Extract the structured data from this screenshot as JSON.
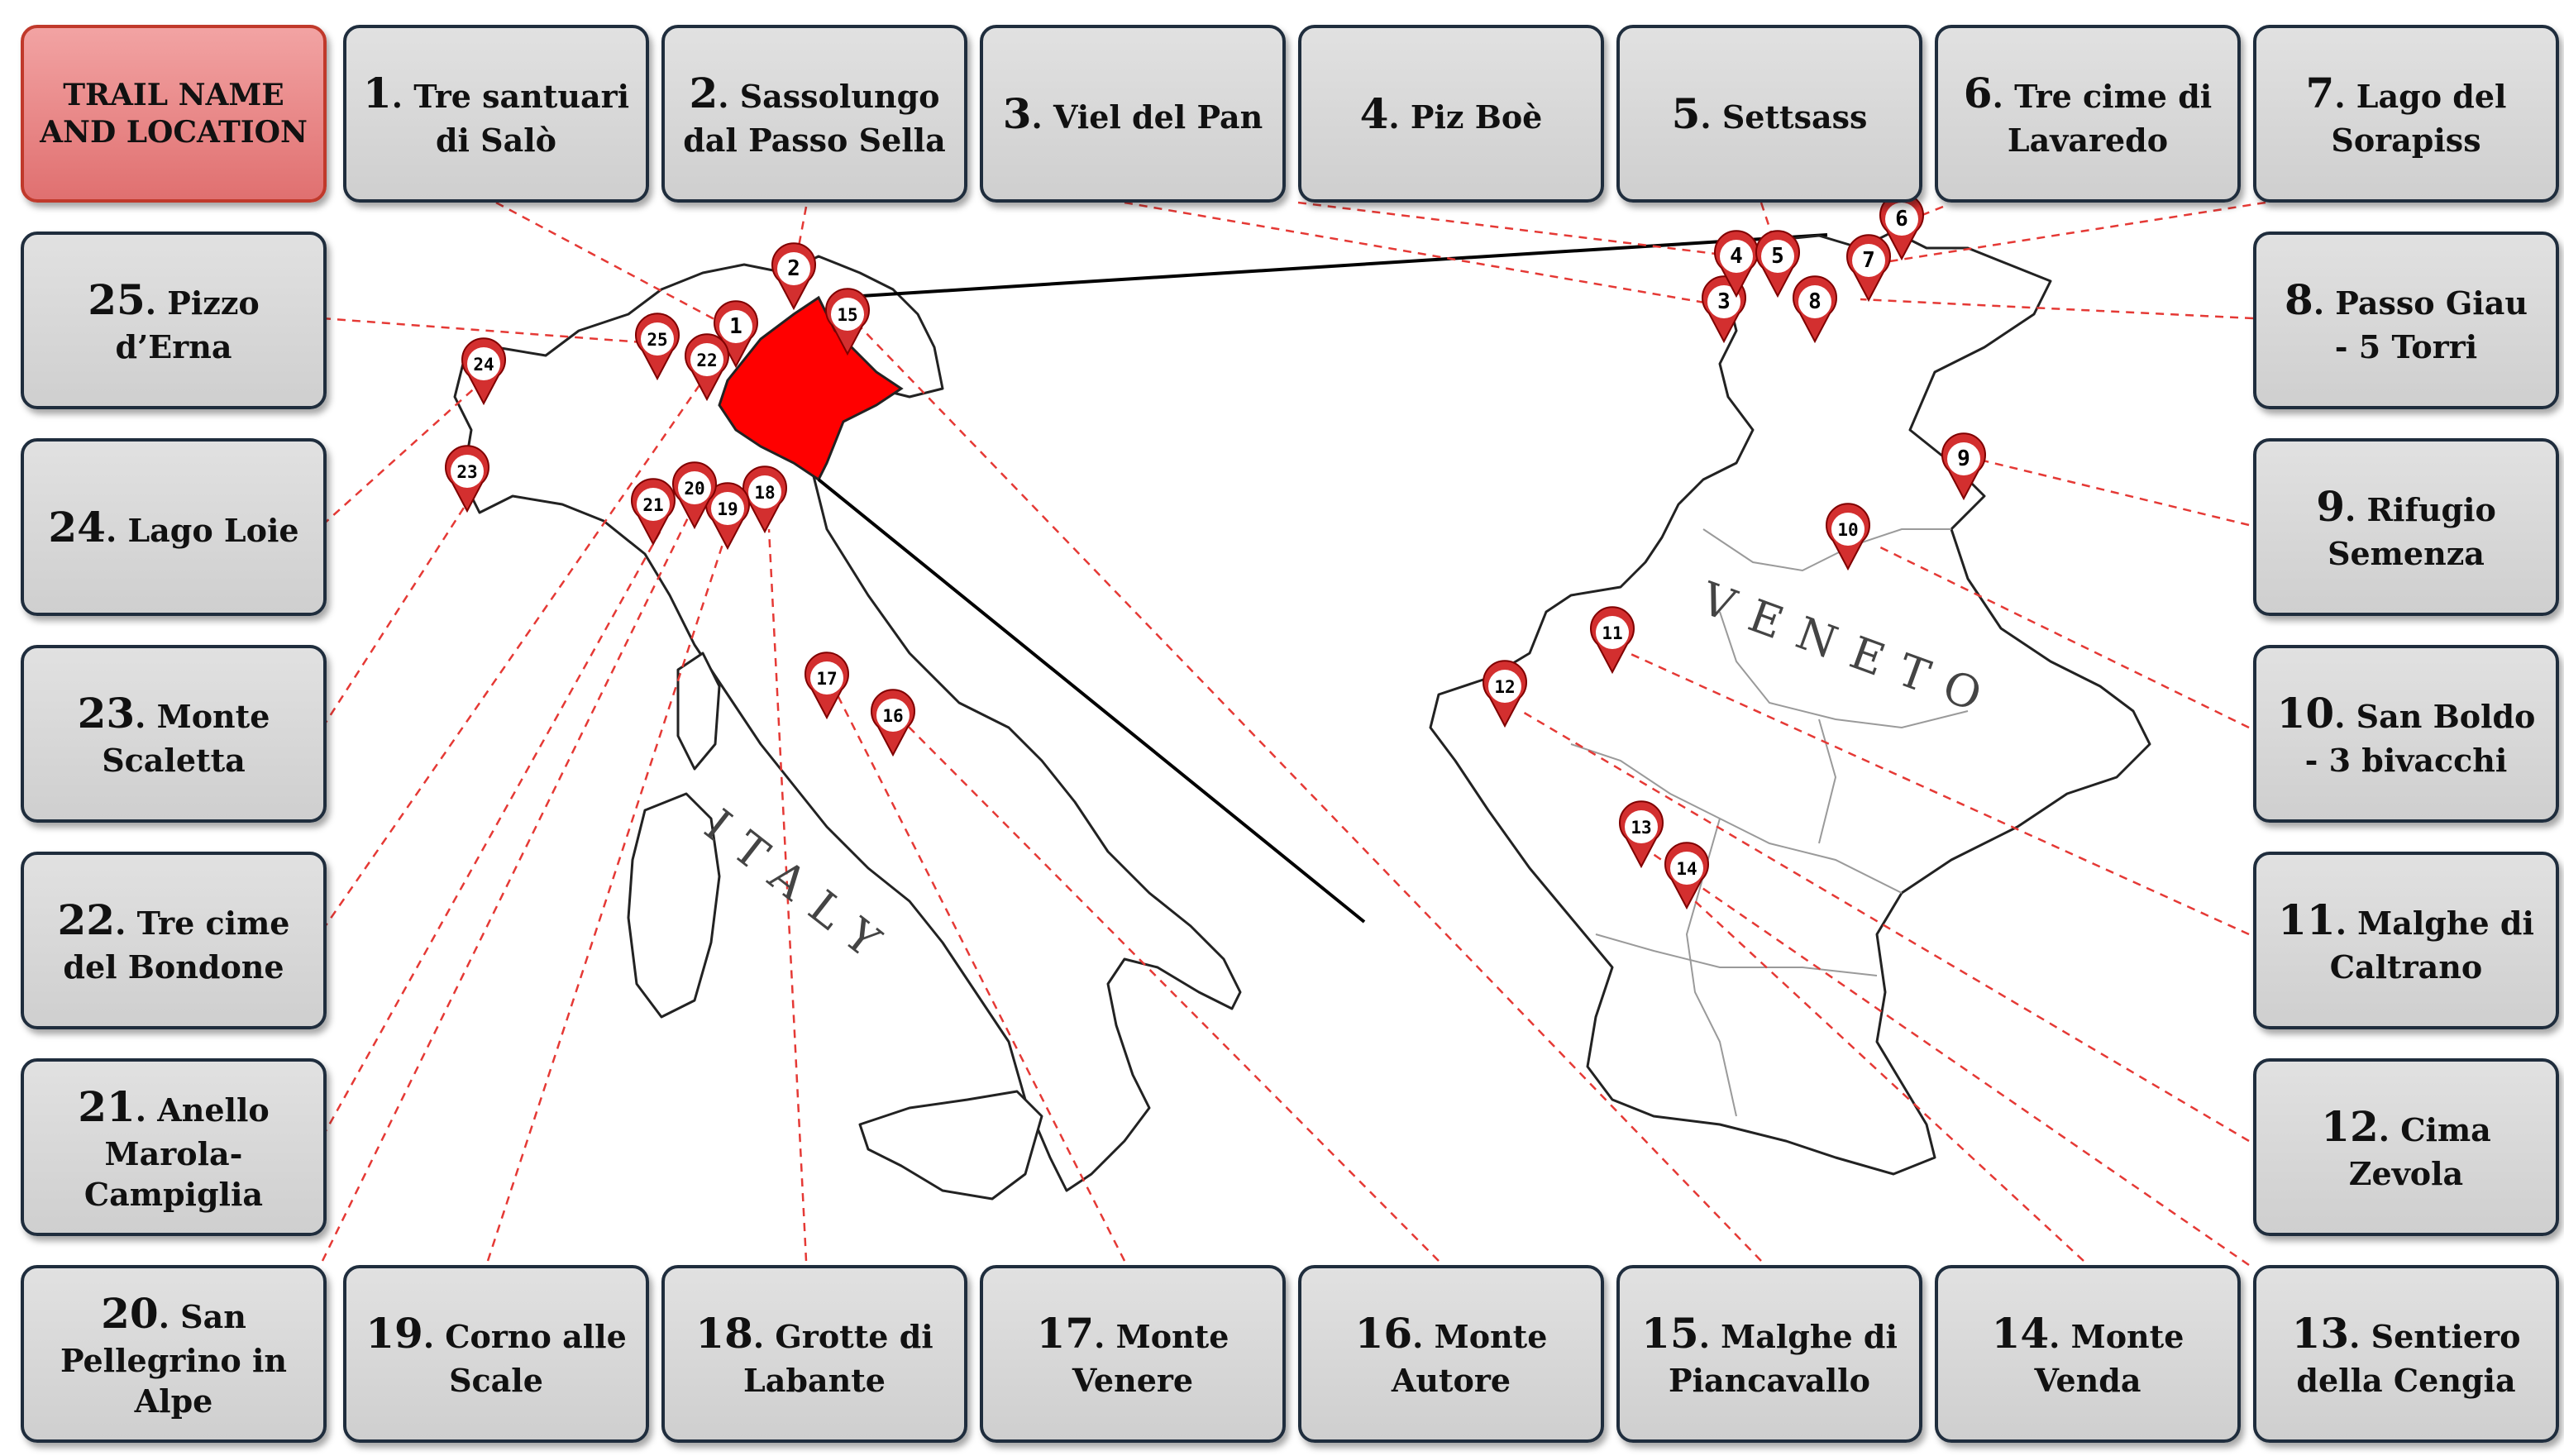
{
  "header": {
    "title_line1": "TRAIL NAME",
    "title_line2": "AND LOCATION"
  },
  "map_labels": {
    "italy": "ITALY",
    "veneto": "VENETO"
  },
  "colors": {
    "accent": "#e53935",
    "marker": "#d32f2f",
    "veneto_fill": "#ff0000",
    "box_border": "#1f2d3d",
    "title_fill": "#e07070"
  },
  "trails": [
    {
      "num": "1",
      "line1": "Tre santuari",
      "line2": "di Salò"
    },
    {
      "num": "2",
      "line1": "Sassolungo",
      "line2": "dal Passo Sella"
    },
    {
      "num": "3",
      "line1": "Viel del Pan",
      "line2": ""
    },
    {
      "num": "4",
      "line1": "Piz Boè",
      "line2": ""
    },
    {
      "num": "5",
      "line1": "Settsass",
      "line2": ""
    },
    {
      "num": "6",
      "line1": "Tre cime di",
      "line2": "Lavaredo"
    },
    {
      "num": "7",
      "line1": "Lago del",
      "line2": "Sorapiss"
    },
    {
      "num": "8",
      "line1": "Passo Giau",
      "line2": "- 5 Torri"
    },
    {
      "num": "9",
      "line1": "Rifugio",
      "line2": "Semenza"
    },
    {
      "num": "10",
      "line1": "San Boldo",
      "line2": "- 3 bivacchi"
    },
    {
      "num": "11",
      "line1": "Malghe di",
      "line2": "Caltrano"
    },
    {
      "num": "12",
      "line1": "Cima",
      "line2": "Zevola"
    },
    {
      "num": "13",
      "line1": "Sentiero",
      "line2": "della Cengia"
    },
    {
      "num": "14",
      "line1": "Monte",
      "line2": "Venda"
    },
    {
      "num": "15",
      "line1": "Malghe di",
      "line2": "Piancavallo"
    },
    {
      "num": "16",
      "line1": "Monte",
      "line2": "Autore"
    },
    {
      "num": "17",
      "line1": "Monte",
      "line2": "Venere"
    },
    {
      "num": "18",
      "line1": "Grotte di",
      "line2": "Labante"
    },
    {
      "num": "19",
      "line1": "Corno alle",
      "line2": "Scale"
    },
    {
      "num": "20",
      "line1": "San",
      "line2": "Pellegrino in",
      "line3": "Alpe"
    },
    {
      "num": "21",
      "line1": "Anello",
      "line2": "Marola-",
      "line3": "Campiglia"
    },
    {
      "num": "22",
      "line1": "Tre cime",
      "line2": "del Bondone"
    },
    {
      "num": "23",
      "line1": "Monte",
      "line2": "Scaletta"
    },
    {
      "num": "24",
      "line1": "Lago Loie",
      "line2": ""
    },
    {
      "num": "25",
      "line1": "Pizzo",
      "line2": "d’Erna"
    }
  ]
}
